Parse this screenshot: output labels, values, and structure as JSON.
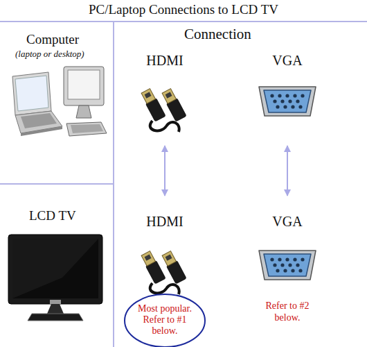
{
  "diagram": {
    "title": "PC/Laptop Connections to LCD TV",
    "nodes": [
      {
        "text": [
          "HDMI"
        ]
      },
      {
        "text": [
          "VGA"
        ]
      },
      {
        "text": [
          "HDMI"
        ]
      },
      {
        "text": [
          "VGA"
        ]
      },
      {
        "text": [
          "Most popular. Refer to #1 below."
        ]
      }
    ],
    "edges": [
      {
        "from": 0,
        "to": 2,
        "arrow": "both"
      },
      {
        "from": 1,
        "to": 3,
        "arrow": "both"
      }
    ],
    "labels": [
      "Computer",
      "(laptop or desktop)",
      "Connection",
      "LCD TV",
      "Refer to #2 below."
    ]
  }
}
